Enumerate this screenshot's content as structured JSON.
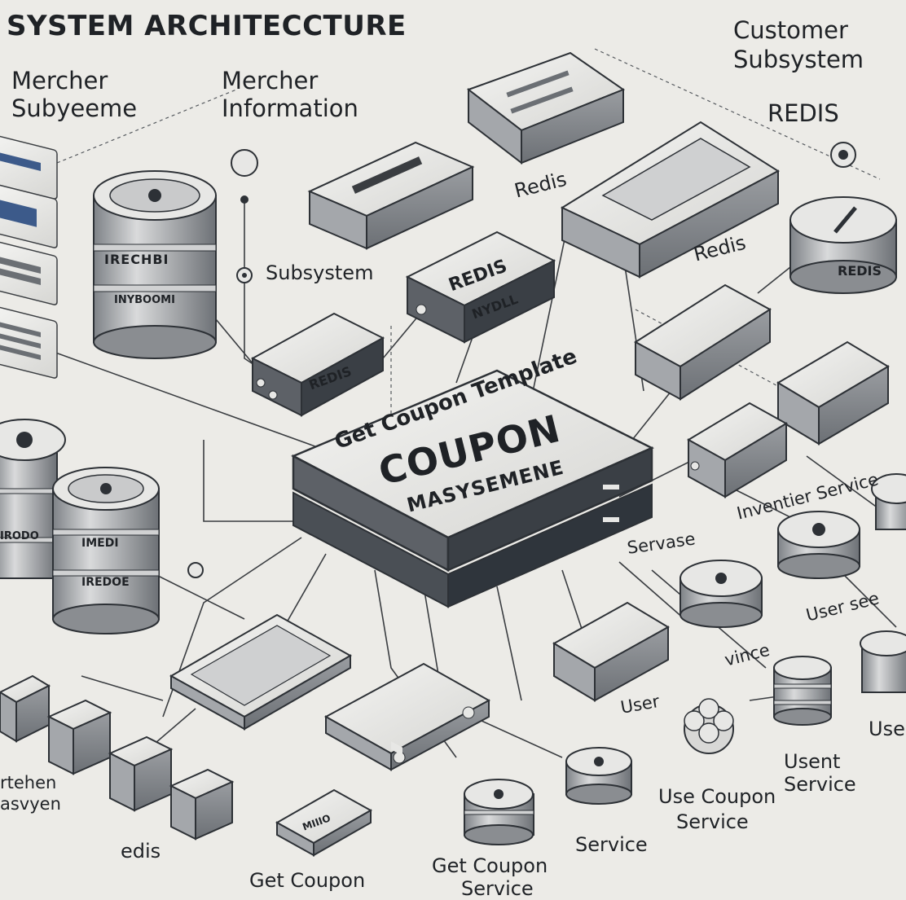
{
  "title": "SYSTEM ARCHITECCTURE",
  "labels": {
    "merchant_subsystem_l1": "Mercher",
    "merchant_subsystem_l2": "Subyeeme",
    "merchant_info_l1": "Mercher",
    "merchant_info_l2": "Information",
    "customer_subsystem_l1": "Customer",
    "customer_subsystem_l2": "Subsystem",
    "redis_top_right": "REDIS",
    "redis_mid": "Redis",
    "redis_right": "Redis",
    "subsystem": "Subsystem",
    "get_coupon_template": "Get Coupon Template",
    "inventier_service": "Inventier Service",
    "service_center": "Servase",
    "user_see": "User see",
    "vince": "vince",
    "user": "User",
    "use_right_edge": "Use",
    "usent_service_l1": "Usent",
    "usent_service_l2": "Service",
    "use_coupon_service_l1": "Use Coupon",
    "use_coupon_service_l2": "Service",
    "service_bottom": "Service",
    "get_coupon_service_l1": "Get Coupon",
    "get_coupon_service_l2": "Service",
    "get_coupon_bottom": "Get Coupon",
    "redis_bottom_left": "edis",
    "left_edge_l1": "rtehen",
    "left_edge_l2": "asvyen"
  },
  "central": {
    "name": "COUPON",
    "subtitle": "MASYSEMENE"
  },
  "node_labels": {
    "db_left_top_1": "IRECHBI",
    "db_left_top_2": "INYBOOMI",
    "db_left_bottom_1": "IMEDI",
    "db_left_bottom_2": "IREDOE",
    "db_left_bottom_3": "IRODO",
    "box_redis_center": "REDIS",
    "box_redis_center_sub": "NYDLL",
    "box_redis_left": "REDIS",
    "db_redis_right": "REDIS",
    "box_minio": "MIIIO"
  },
  "colors": {
    "background": "#ecebe7",
    "box_top": "#e9e9e6",
    "box_side": "#8b8e92",
    "box_dark": "#2f353c",
    "line": "#3a3d41"
  }
}
